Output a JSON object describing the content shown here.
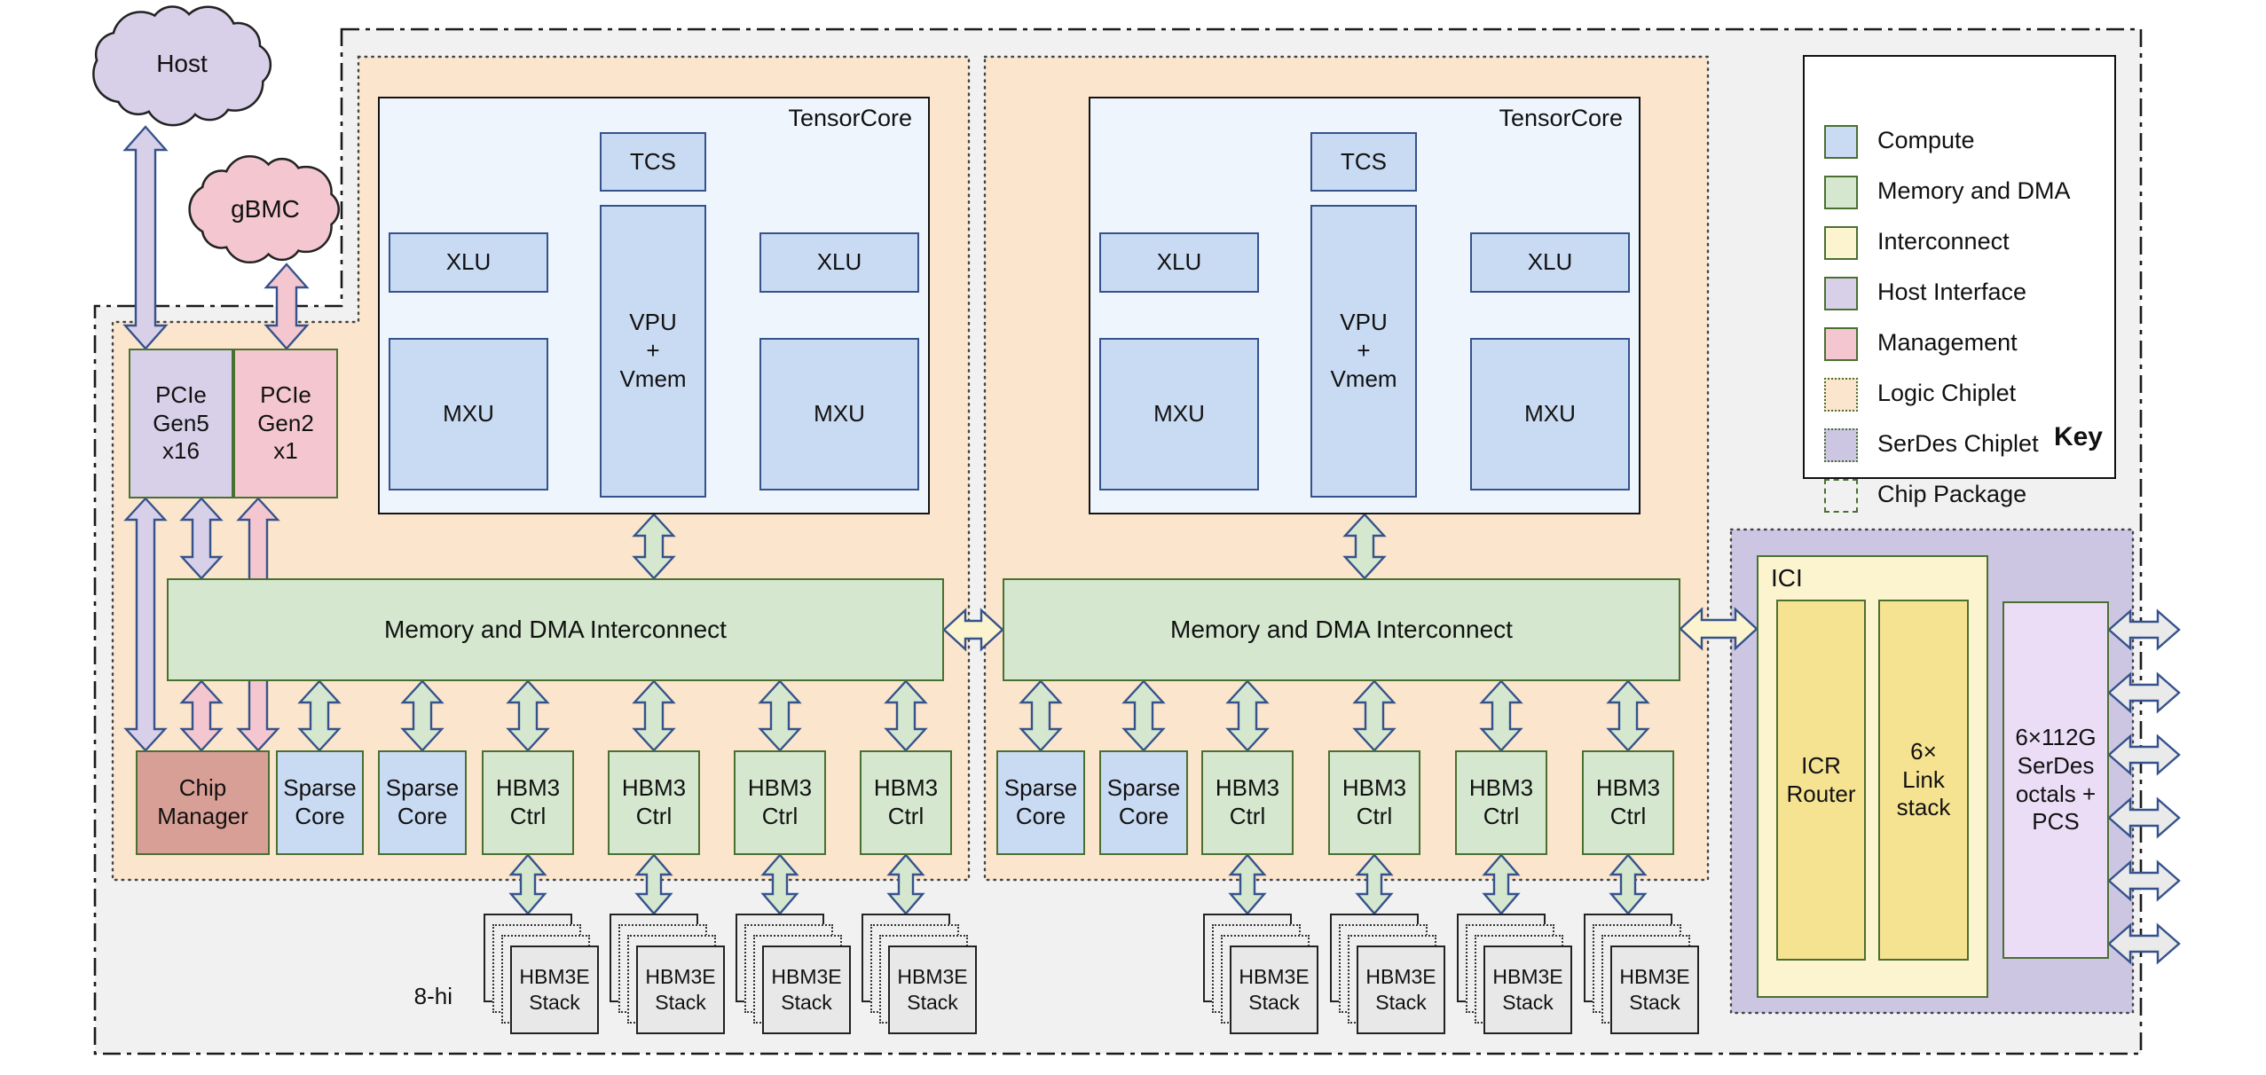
{
  "palette": {
    "compute": "#c9daf3",
    "memory_dma": "#d5e8cf",
    "interconnect": "#fbf4cf",
    "host_interface": "#d7d0e8",
    "management": "#f4c7d0",
    "logic_chiplet": "#fbe5cc",
    "serdes_chiplet": "#cdc6e3",
    "chip_package": "#f1f1f1",
    "chip_manager_fill": "#d89f96",
    "arrow_outline": "#35528c"
  },
  "clouds": {
    "host": "Host",
    "gbmc": "gBMC"
  },
  "pcie": {
    "gen5": "PCIe\nGen5\nx16",
    "gen2": "PCIe\nGen2\nx1"
  },
  "chiplets": [
    {
      "tensorcore": {
        "title": "TensorCore",
        "tcs": "TCS",
        "xlu_left": "XLU",
        "xlu_right": "XLU",
        "vpu": "VPU\n+\nVmem",
        "mxu_left": "MXU",
        "mxu_right": "MXU"
      },
      "interconnect": "Memory and DMA Interconnect",
      "chip_manager": "Chip\nManager",
      "sparse_cores": [
        "Sparse\nCore",
        "Sparse\nCore"
      ],
      "hbm_ctrls": [
        "HBM3\nCtrl",
        "HBM3\nCtrl",
        "HBM3\nCtrl",
        "HBM3\nCtrl"
      ],
      "hbm_stacks": [
        "HBM3E\nStack",
        "HBM3E\nStack",
        "HBM3E\nStack",
        "HBM3E\nStack"
      ]
    },
    {
      "tensorcore": {
        "title": "TensorCore",
        "tcs": "TCS",
        "xlu_left": "XLU",
        "xlu_right": "XLU",
        "vpu": "VPU\n+\nVmem",
        "mxu_left": "MXU",
        "mxu_right": "MXU"
      },
      "interconnect": "Memory and DMA Interconnect",
      "sparse_cores": [
        "Sparse\nCore",
        "Sparse\nCore"
      ],
      "hbm_ctrls": [
        "HBM3\nCtrl",
        "HBM3\nCtrl",
        "HBM3\nCtrl",
        "HBM3\nCtrl"
      ],
      "hbm_stacks": [
        "HBM3E\nStack",
        "HBM3E\nStack",
        "HBM3E\nStack",
        "HBM3E\nStack"
      ]
    }
  ],
  "hbm_stack_note": "8-hi",
  "serdes": {
    "ici": "ICI",
    "icr_router": "ICR\nRouter",
    "link_stack": "6×\nLink\nstack",
    "serdes_octals": "6×112G\nSerDes\noctals +\nPCS"
  },
  "legend": {
    "title": "Key",
    "items": [
      {
        "label": "Compute",
        "color": "#c9daf3"
      },
      {
        "label": "Memory and DMA",
        "color": "#d5e8cf"
      },
      {
        "label": "Interconnect",
        "color": "#fbf4cf"
      },
      {
        "label": "Host Interface",
        "color": "#d7d0e8"
      },
      {
        "label": "Management",
        "color": "#f4c7d0"
      },
      {
        "label": "Logic Chiplet",
        "color": "#fbe5cc"
      },
      {
        "label": "SerDes Chiplet",
        "color": "#cdc6e3"
      },
      {
        "label": "Chip Package",
        "color": "#f1f1f1"
      }
    ]
  }
}
